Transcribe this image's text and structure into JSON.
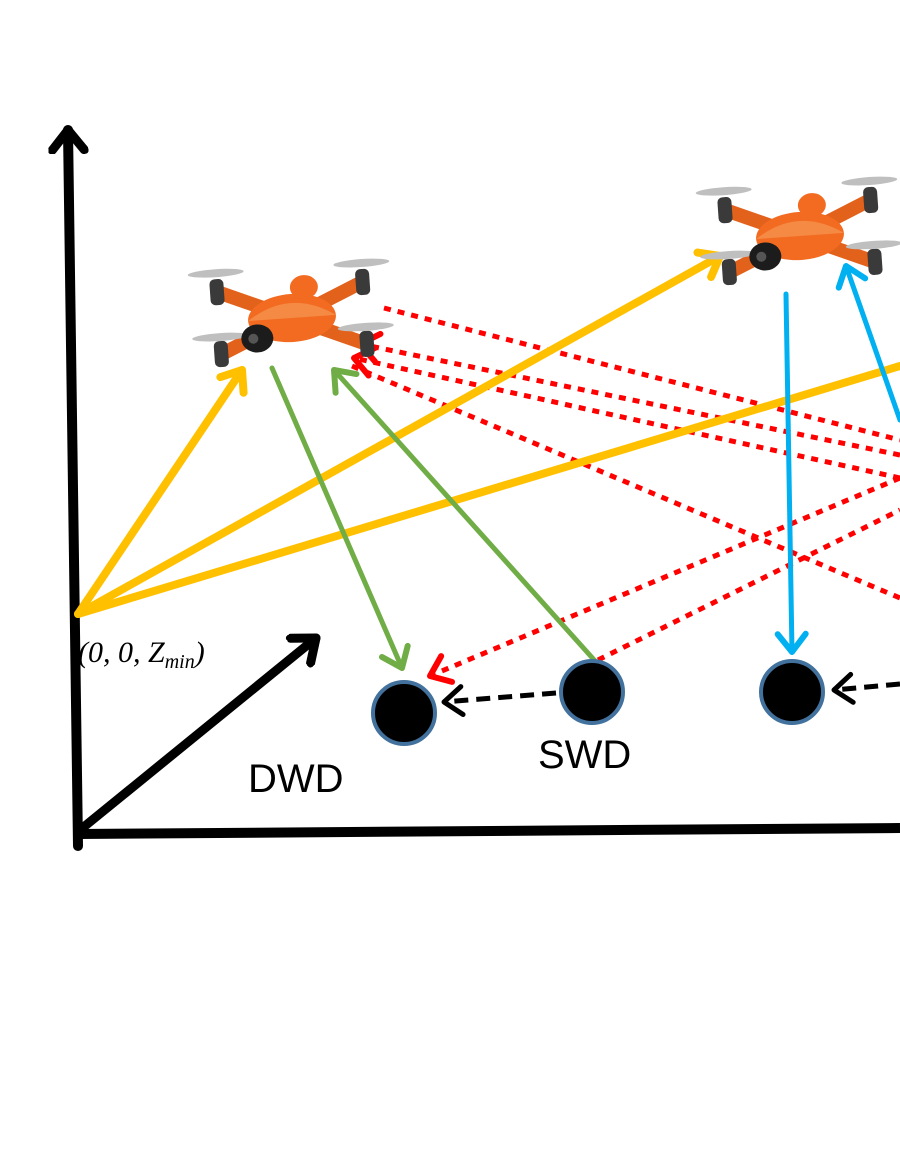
{
  "labels": {
    "origin_prefix": "(0, 0, Z",
    "origin_subscript": "min",
    "origin_suffix": ")",
    "dwd": "DWD",
    "swd": "SWD"
  },
  "icons": {
    "uav": "quadcopter-drone-icon",
    "device": "ground-device-node"
  },
  "colors": {
    "axis": "#000000",
    "uav_body": "#f26b21",
    "link_origin_uav": "#ffc000",
    "link_uav_dwd": "#70ad47",
    "link_swd_uav": "#70ad47",
    "link_uav2_device": "#00b0f0",
    "interference": "#ff0000",
    "d2d_link": "#000000",
    "device_fill": "#000000",
    "device_ring": "#41719c"
  }
}
